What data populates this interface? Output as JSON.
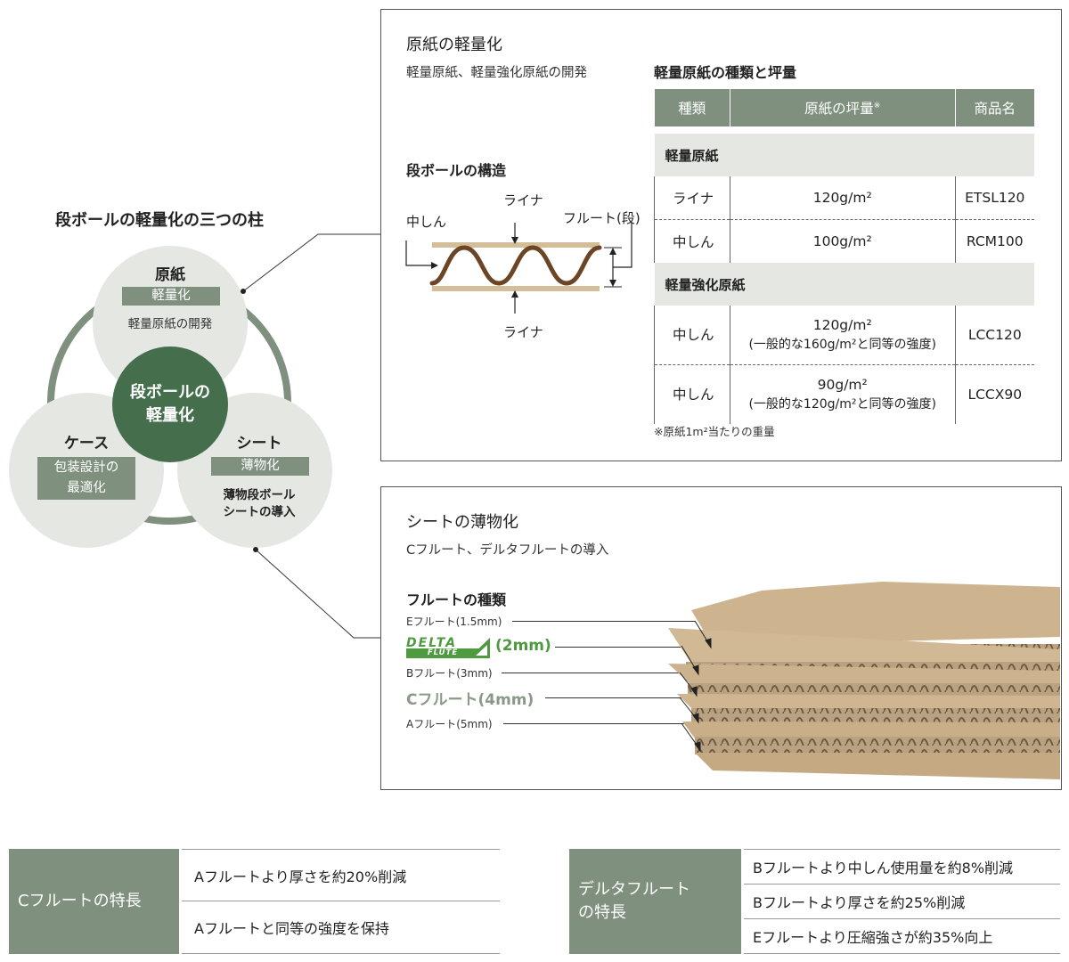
{
  "pillars": {
    "title": "段ボールの軽量化の三つの柱",
    "center": [
      "段ボールの",
      "軽量化"
    ],
    "top": {
      "title": "原紙",
      "tag": "軽量化",
      "note": "軽量原紙の開発"
    },
    "left": {
      "title": "ケース",
      "tag": [
        "包装設計の",
        "最適化"
      ]
    },
    "right": {
      "title": "シート",
      "tag": "薄物化",
      "note": [
        "薄物段ボール",
        "シートの導入"
      ]
    }
  },
  "paper_panel": {
    "title": "原紙の軽量化",
    "subtitle": "軽量原紙、軽量強化原紙の開発",
    "structure": {
      "title": "段ボールの構造",
      "liner_top": "ライナ",
      "liner_bottom": "ライナ",
      "medium": "中しん",
      "flute": "フルート(段)"
    },
    "table": {
      "title": "軽量原紙の種類と坪量",
      "headers": [
        "種類",
        "原紙の坪量",
        "商品名"
      ],
      "header_note_mark": "※",
      "groups": [
        {
          "name": "軽量原紙",
          "rows": [
            {
              "type": "ライナ",
              "weight": "120g/m²",
              "note": "",
              "product": "ETSL120"
            },
            {
              "type": "中しん",
              "weight": "100g/m²",
              "note": "",
              "product": "RCM100"
            }
          ]
        },
        {
          "name": "軽量強化原紙",
          "rows": [
            {
              "type": "中しん",
              "weight": "120g/m²",
              "note": "(一般的な160g/m²と同等の強度)",
              "product": "LCC120"
            },
            {
              "type": "中しん",
              "weight": "90g/m²",
              "note": "(一般的な120g/m²と同等の強度)",
              "product": "LCCX90"
            }
          ]
        }
      ],
      "footnote": "※原紙1m²当たりの重量"
    }
  },
  "sheet_panel": {
    "title": "シートの薄物化",
    "subtitle": "Cフルート、デルタフルートの導入",
    "flute_title": "フルートの種類",
    "flutes": [
      {
        "label": "Eフルート(1.5mm)"
      },
      {
        "label": "(2mm)",
        "logo_top": "DELTA",
        "logo_bottom": "FLUTE"
      },
      {
        "label": "Bフルート(3mm)"
      },
      {
        "label": "Cフルート(4mm)"
      },
      {
        "label": "Aフルート(5mm)"
      }
    ],
    "colors": {
      "delta": "#4e9a3f",
      "c_flute": "#8a9a88"
    }
  },
  "features": {
    "c_flute": {
      "label": "Cフルートの特長",
      "rows": [
        "Aフルートより厚さを約20%削減",
        "Aフルートと同等の強度を保持"
      ]
    },
    "delta_flute": {
      "label": [
        "デルタフルート",
        "の特長"
      ],
      "rows": [
        "Bフルートより中しん使用量を約8%削減",
        "Bフルートより厚さを約25%削減",
        "Eフルートより圧縮強さが約35%向上"
      ]
    }
  },
  "colors": {
    "accent_green": "#456e4c",
    "gray_green": "#7f907e",
    "light_gray": "#e5e7e3",
    "cardboard": "#d4bd99",
    "medium_brown": "#6b4524"
  }
}
